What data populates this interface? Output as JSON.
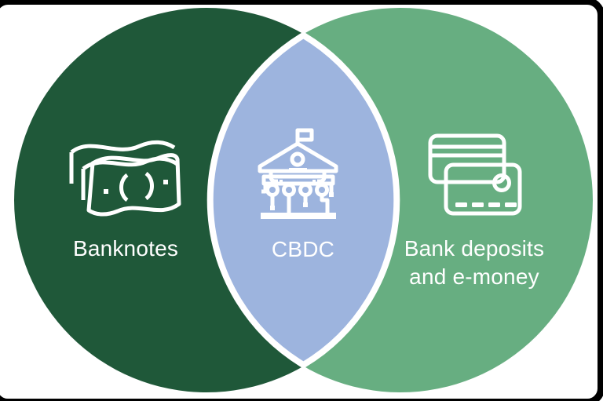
{
  "background": "#ffffff",
  "frame": {
    "color": "#000000"
  },
  "diagram": {
    "type": "venn-2-circles",
    "outline_color": "#ffffff",
    "icon_stroke_color": "#ffffff",
    "text_color": "#ffffff",
    "regions": {
      "left": {
        "label": "Banknotes",
        "icon": "banknotes-icon",
        "fill": "#1f5839"
      },
      "overlap": {
        "label": "CBDC",
        "icon": "central-bank-circuit-icon",
        "fill": "#9db4de"
      },
      "right": {
        "label_lines": [
          "Bank deposits",
          "and e-money"
        ],
        "icon": "payment-cards-icon",
        "fill": "#67ae81"
      }
    }
  }
}
